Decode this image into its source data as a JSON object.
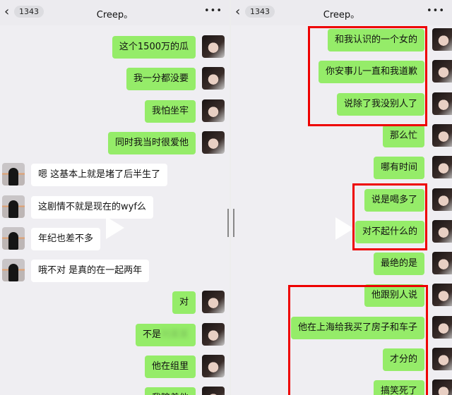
{
  "left": {
    "header": {
      "back_icon": "chevron-left-icon",
      "unread_count": "1343",
      "title": "Creep。",
      "more_icon": "ellipsis-icon"
    },
    "messages": [
      {
        "from": "me",
        "text": "这个1500万的瓜"
      },
      {
        "from": "me",
        "text": "我一分都没要"
      },
      {
        "from": "me",
        "text": "我怕坐牢"
      },
      {
        "from": "me",
        "text": "同时我当时很爱他"
      },
      {
        "from": "other",
        "text": "嗯 这基本上就是堵了后半生了"
      },
      {
        "from": "other",
        "text": "这剧情不就是现在的wyf么"
      },
      {
        "from": "other",
        "text": "年纪也差不多"
      },
      {
        "from": "other",
        "text": "哦不对 是真的在一起两年"
      },
      {
        "from": "me",
        "text": "对"
      },
      {
        "from": "me",
        "text": "不是",
        "blurred": "刘某某"
      },
      {
        "from": "me",
        "text": "他在组里"
      },
      {
        "from": "me",
        "text": "我陪着他"
      }
    ]
  },
  "right": {
    "header": {
      "back_icon": "chevron-left-icon",
      "unread_count": "1343",
      "title": "Creep。",
      "more_icon": "ellipsis-icon"
    },
    "messages": [
      {
        "from": "me",
        "text": "和我认识的一个女的"
      },
      {
        "from": "me",
        "text": "你安事儿一直和我道歉"
      },
      {
        "from": "me",
        "text": "说除了我没别人了"
      },
      {
        "from": "me",
        "text": "那么忙"
      },
      {
        "from": "me",
        "text": "哪有时间"
      },
      {
        "from": "me",
        "text": "说是喝多了"
      },
      {
        "from": "me",
        "text": "对不起什么的"
      },
      {
        "from": "me",
        "text": "最绝的是"
      },
      {
        "from": "me",
        "text": "他跟别人说"
      },
      {
        "from": "me",
        "text": "他在上海给我买了房子和车子"
      },
      {
        "from": "me",
        "text": "才分的"
      },
      {
        "from": "me",
        "text": "搞笑死了"
      }
    ],
    "highlight_color": "#ee0000"
  },
  "colors": {
    "sent_bubble": "#95ec69",
    "received_bubble": "#ffffff",
    "background": "#efeef2"
  }
}
